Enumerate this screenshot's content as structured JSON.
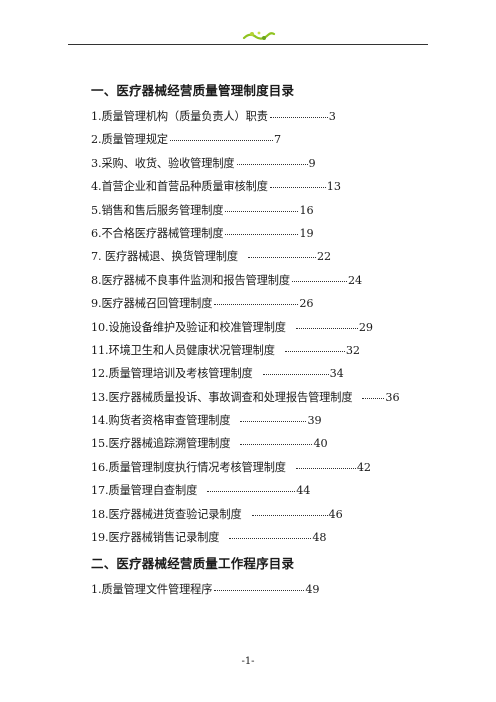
{
  "header": {
    "logo_icon": "decorative-green-logo-icon"
  },
  "sections": [
    {
      "heading": "一、医疗器械经营质量管理制度目录",
      "entries": [
        {
          "title": "1.质量管理机构（质量负责人）职责",
          "page": "3"
        },
        {
          "title": "2.质量管理规定",
          "page": "7"
        },
        {
          "title": "3.采购、收货、验收管理制度",
          "page": "9"
        },
        {
          "title": "4.首营企业和首营品种质量审核制度",
          "page": "13"
        },
        {
          "title": "5.销售和售后服务管理制度",
          "page": "16"
        },
        {
          "title": "6.不合格医疗器械管理制度",
          "page": "19"
        },
        {
          "title": "7. 医疗器械退、换货管理制度",
          "page": "22"
        },
        {
          "title": "8.医疗器械不良事件监测和报告管理制度",
          "page": "24"
        },
        {
          "title": "9.医疗器械召回管理制度",
          "page": "26"
        },
        {
          "title": "10.设施设备维护及验证和校准管理制度",
          "page": "29"
        },
        {
          "title": "11.环境卫生和人员健康状况管理制度",
          "page": "32"
        },
        {
          "title": "12.质量管理培训及考核管理制度",
          "page": "34"
        },
        {
          "title": "13.医疗器械质量投诉、事故调查和处理报告管理制度",
          "page": "36"
        },
        {
          "title": "14.购货者资格审查管理制度",
          "page": "39"
        },
        {
          "title": "15.医疗器械追踪溯管理制度",
          "page": "40"
        },
        {
          "title": "16.质量管理制度执行情况考核管理制度",
          "page": "42"
        },
        {
          "title": "17.质量管理自查制度",
          "page": "44"
        },
        {
          "title": "18.医疗器械进货查验记录制度",
          "page": "46"
        },
        {
          "title": "19.医疗器械销售记录制度",
          "page": "48"
        }
      ]
    },
    {
      "heading": "二、医疗器械经营质量工作程序目录",
      "entries": [
        {
          "title": "1.质量管理文件管理程序",
          "page": "49"
        }
      ]
    }
  ],
  "footer": {
    "page_number": "-1-"
  }
}
